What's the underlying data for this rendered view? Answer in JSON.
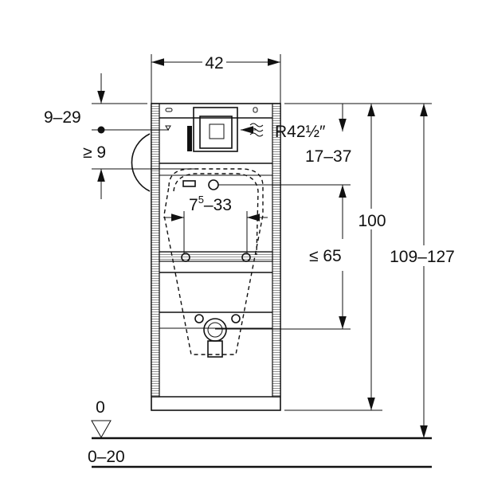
{
  "drawing": {
    "width_label": "42",
    "top_offset_label": "9–29",
    "min_offset_label": "≥ 9",
    "pipe_thread_label": "R42½″",
    "pipe_offset_label": "17–37",
    "outlet_spacing_label_base": "7",
    "outlet_spacing_label_sup": "5",
    "outlet_spacing_label_rest": "–33",
    "max_height_label": "≤ 65",
    "frame_height_label": "100",
    "total_height_label": "109–127",
    "floor_zero_label": "0",
    "floor_range_label": "0–20"
  }
}
